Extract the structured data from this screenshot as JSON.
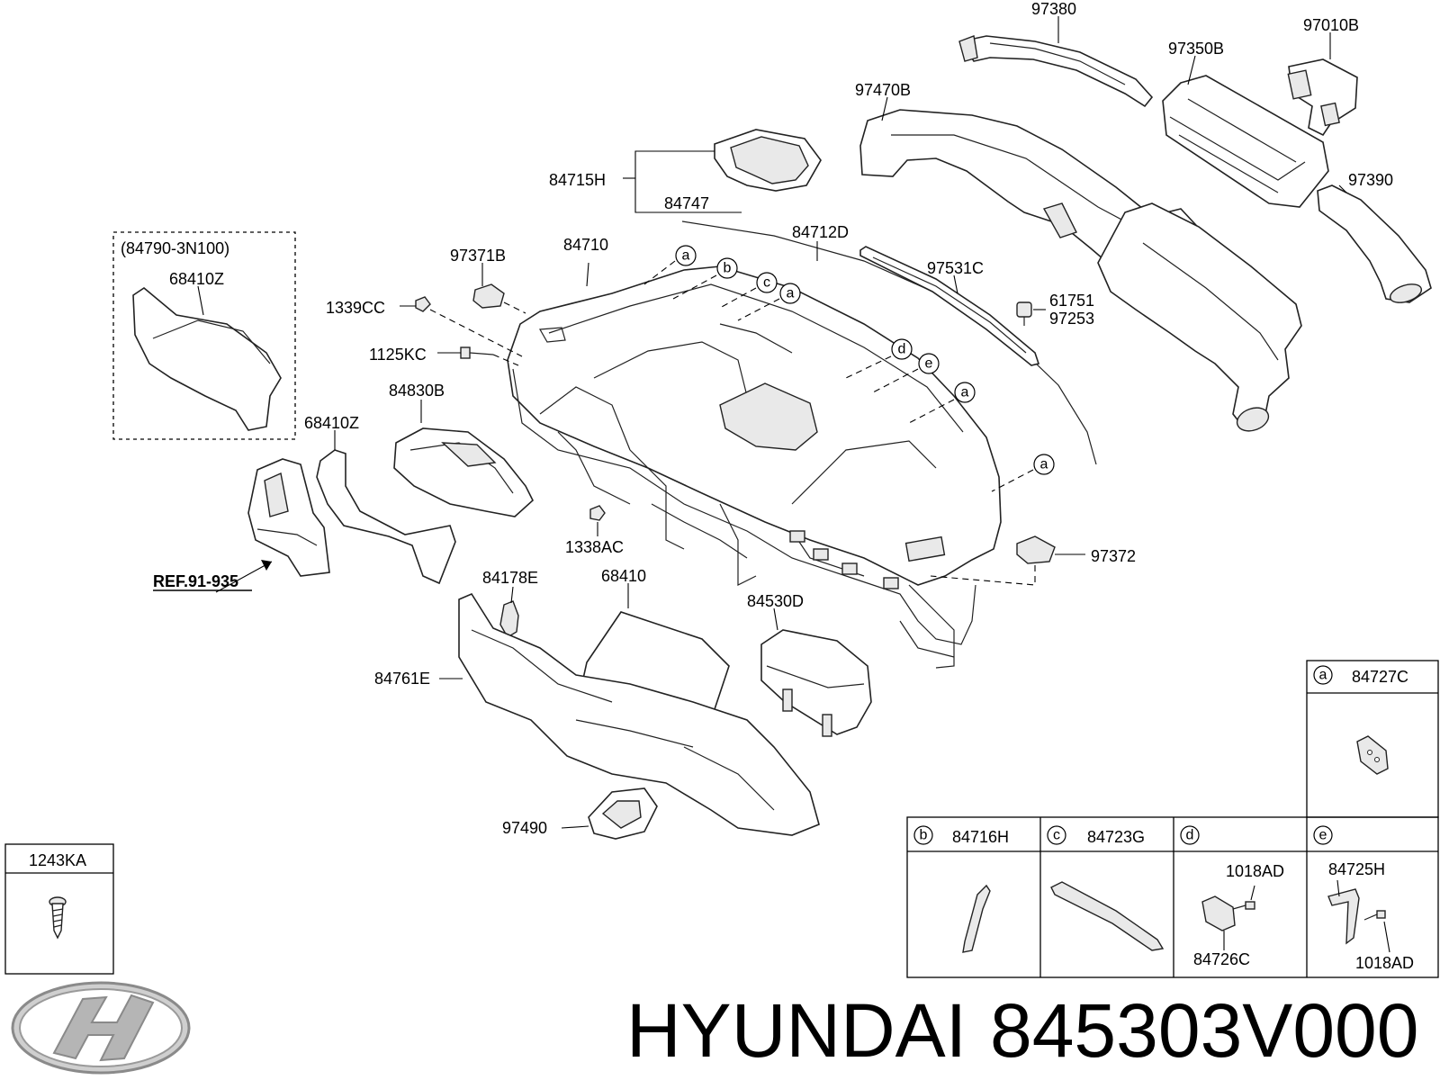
{
  "brand": {
    "name": "HYUNDAI",
    "part_number": "845303V000"
  },
  "labels": {
    "p97380": "97380",
    "p97010B": "97010B",
    "p97350B": "97350B",
    "p97470B": "97470B",
    "p97390": "97390",
    "p84715H": "84715H",
    "p84747": "84747",
    "p84712D": "84712D",
    "p84710": "84710",
    "p97371B": "97371B",
    "p97531C": "97531C",
    "p61751": "61751",
    "p97253": "97253",
    "p1339CC": "1339CC",
    "p1125KC": "1125KC",
    "p84830B": "84830B",
    "p68410Z_a": "68410Z",
    "p68410Z_b": "68410Z",
    "p84790": "(84790-3N100)",
    "p1338AC": "1338AC",
    "p97372": "97372",
    "p84178E": "84178E",
    "p68410": "68410",
    "p84530D": "84530D",
    "p84761E": "84761E",
    "p97490": "97490",
    "ref": "REF.91-935"
  },
  "callouts": {
    "a": "a",
    "b": "b",
    "c": "c",
    "d": "d",
    "e": "e"
  },
  "legend": {
    "a": {
      "letter": "a",
      "part": "84727C"
    },
    "b": {
      "letter": "b",
      "part": "84716H"
    },
    "c": {
      "letter": "c",
      "part": "84723G"
    },
    "d": {
      "letter": "d",
      "part": "",
      "sub1": "1018AD",
      "sub2": "84726C"
    },
    "e": {
      "letter": "e",
      "part": "",
      "sub1": "84725H",
      "sub2": "1018AD"
    },
    "screw": {
      "part": "1243KA"
    }
  }
}
